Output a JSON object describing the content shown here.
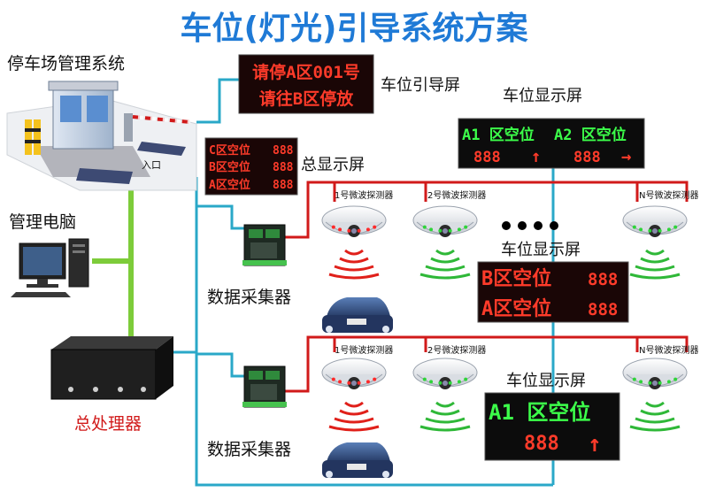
{
  "title": "车位(灯光)引导系统方案",
  "labels": {
    "parking_mgmt": "停车场管理系统",
    "guide_screen": "车位引导屏",
    "space_display": "车位显示屏",
    "total_display": "总显示屏",
    "mgmt_pc": "管理电脑",
    "collector": "数据采集器",
    "processor": "总处理器",
    "entrance": "入口"
  },
  "guide_screen": {
    "line1": "请停A区001号",
    "line2": "请往B区停放"
  },
  "total_display": {
    "rows": [
      {
        "zone": "C区空位",
        "count": "888"
      },
      {
        "zone": "B区空位",
        "count": "888"
      },
      {
        "zone": "A区空位",
        "count": "888"
      }
    ]
  },
  "display_top": {
    "left_zone": "A1 区空位",
    "right_zone": "A2 区空位",
    "left_count": "888",
    "right_count": "888",
    "left_arrow": "↑",
    "right_arrow": "→"
  },
  "display_mid": {
    "row1_zone": "B区空位",
    "row1_count": "888",
    "row2_zone": "A区空位",
    "row2_count": "888"
  },
  "display_bottom": {
    "zone": "A1 区空位",
    "count": "888",
    "arrow": "↑"
  },
  "detectors": {
    "d1": "1号微波探测器",
    "d2": "2号微波探测器",
    "dn": "N号微波探测器"
  },
  "colors": {
    "title": "#1f7ad6",
    "cable_cyan": "#2aa8c8",
    "cable_green": "#7dcc3a",
    "cable_red": "#d11a1a",
    "led_red": "#ff3b2a",
    "led_green": "#3cff4a",
    "processor_label": "#d11a1a"
  }
}
